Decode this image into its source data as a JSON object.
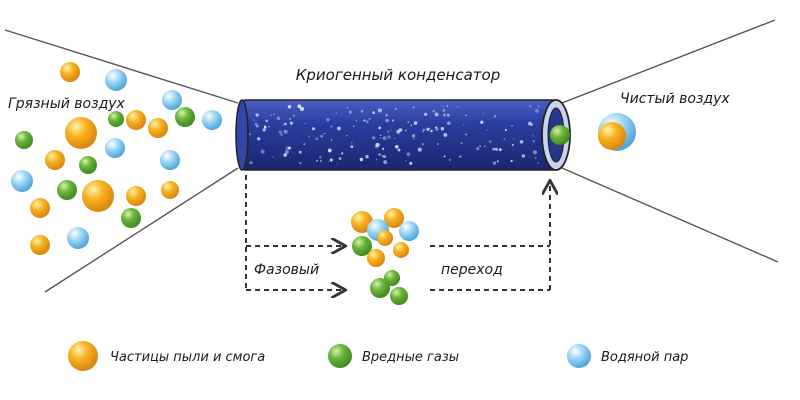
{
  "labels": {
    "title": "Криогенный конденсатор",
    "dirty_air": "Грязный воздух",
    "clean_air": "Чистый воздух",
    "phase": "Фазовый",
    "transition": "переход"
  },
  "legend": [
    {
      "label": "Частицы пыли и смога",
      "kind": "dust"
    },
    {
      "label": "Вредные газы",
      "kind": "gas"
    },
    {
      "label": "Водяной пар",
      "kind": "vapor"
    }
  ],
  "colors": {
    "dust": "#f2a91e",
    "gas": "#63ad3c",
    "vapor": "#8ecdf2",
    "tube": "#2c3a95",
    "line": "#444444"
  },
  "icons": {
    "dust": "orange-sphere-icon",
    "gas": "green-sphere-icon",
    "vapor": "blue-sphere-icon"
  }
}
